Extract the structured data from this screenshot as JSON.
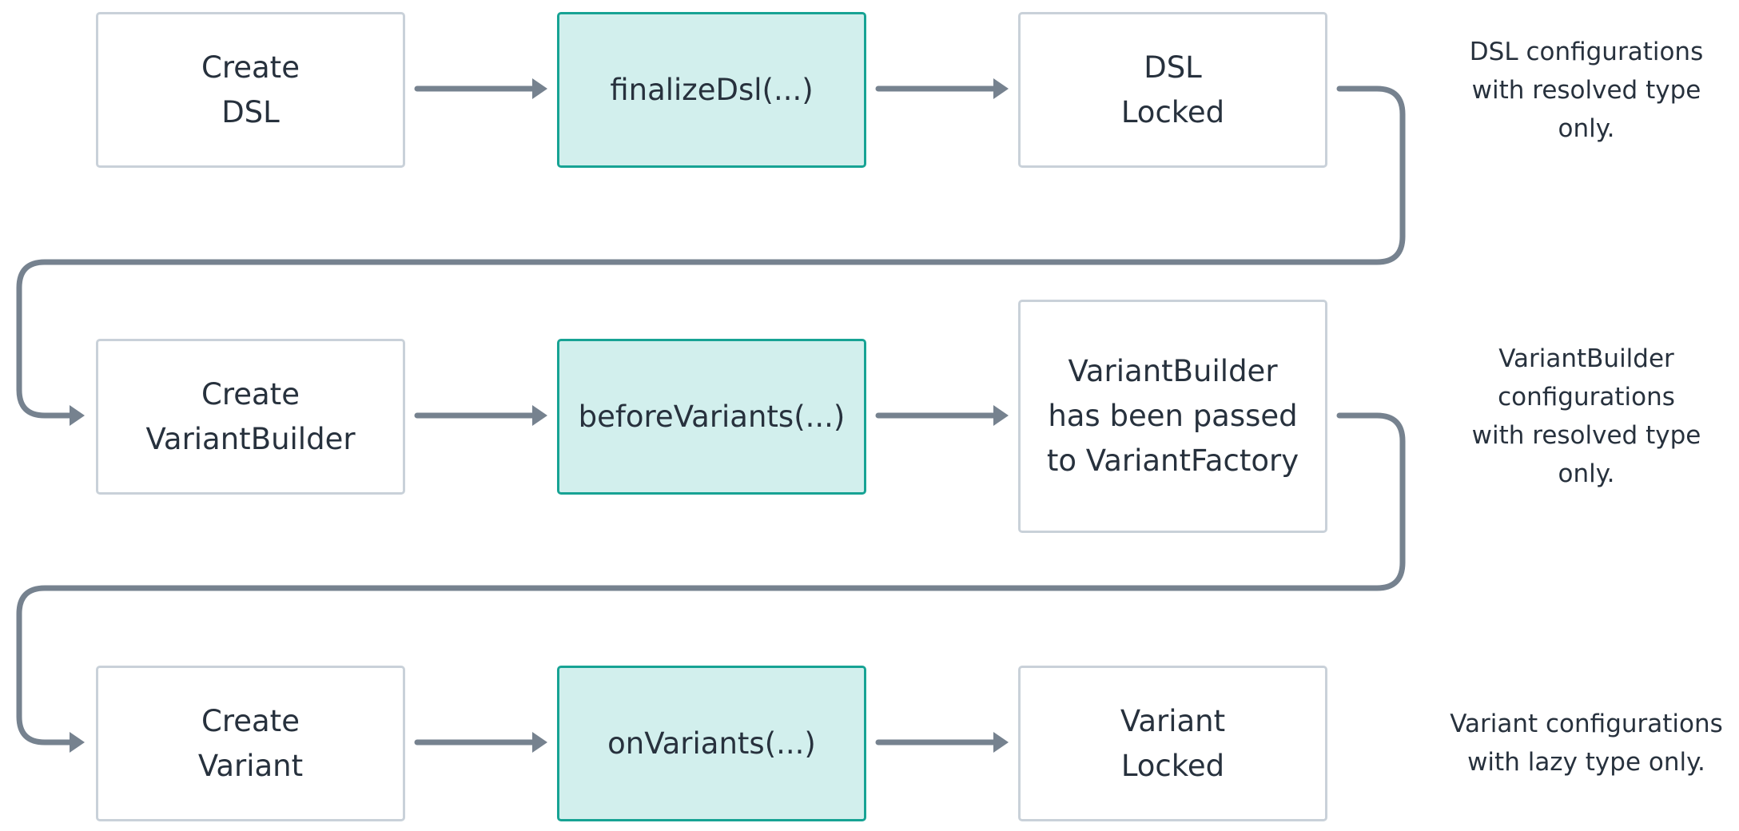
{
  "colors": {
    "connector": "#76828f",
    "plain_border": "#c9d1d9",
    "hook_fill": "#d2efed",
    "hook_border": "#17a394",
    "text": "#27313d"
  },
  "rows": [
    {
      "steps": [
        "Create\nDSL",
        "finalizeDsl(...)",
        "DSL\nLocked"
      ],
      "note": "DSL configurations\nwith resolved type\nonly."
    },
    {
      "steps": [
        "Create\nVariantBuilder",
        "beforeVariants(...)",
        "VariantBuilder\nhas been passed\nto VariantFactory"
      ],
      "note": "VariantBuilder\nconfigurations\nwith resolved type\nonly."
    },
    {
      "steps": [
        "Create\nVariant",
        "onVariants(...)",
        "Variant\nLocked"
      ],
      "note": "Variant configurations\nwith lazy type only."
    }
  ]
}
